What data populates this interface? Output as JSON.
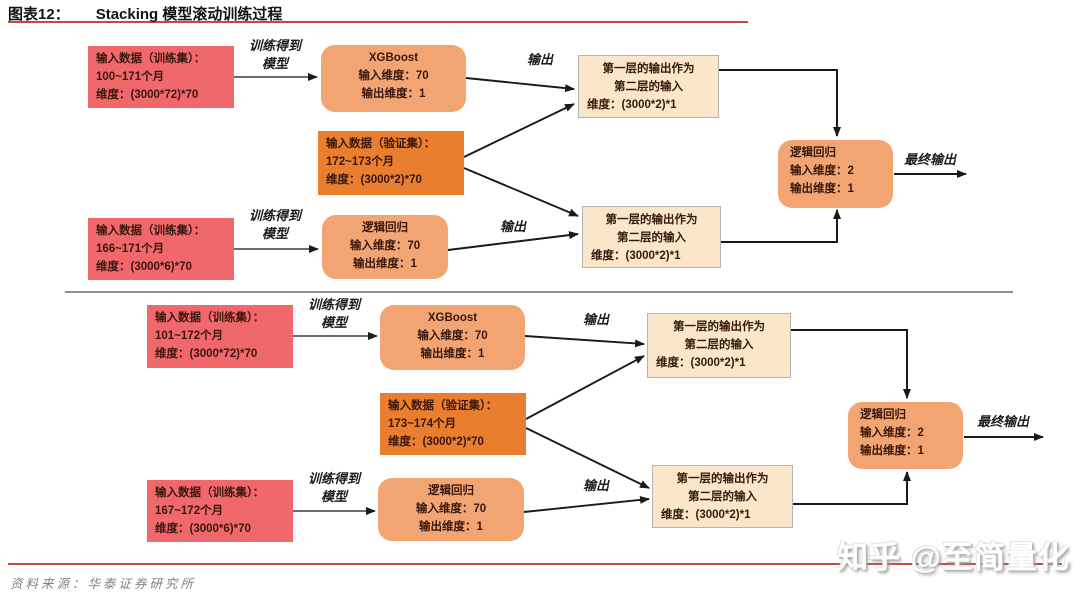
{
  "header": {
    "figure_label": "图表12：",
    "title": "Stacking 模型滚动训练过程"
  },
  "labels": {
    "train_model_l1": "训练得到",
    "train_model_l2": "模型",
    "output": "输出",
    "final_output": "最终输出"
  },
  "diagrams": [
    {
      "train_set_top": {
        "l1": "输入数据（训练集）：",
        "l2": "100~171个月",
        "l3": "维度：(3000*72)*70"
      },
      "model_top": {
        "l1": "XGBoost",
        "l2": "输入维度：70",
        "l3": "输出维度：1"
      },
      "validation_set": {
        "l1": "输入数据（验证集）：",
        "l2": "172~173个月",
        "l3": "维度：(3000*2)*70"
      },
      "train_set_bottom": {
        "l1": "输入数据（训练集）：",
        "l2": "166~171个月",
        "l3": "维度：(3000*6)*70"
      },
      "model_bottom": {
        "l1": "逻辑回归",
        "l2": "输入维度：70",
        "l3": "输出维度：1"
      },
      "layer1_output_top": {
        "l1": "第一层的输出作为",
        "l2": "第二层的输入",
        "l3": "维度：(3000*2)*1"
      },
      "layer1_output_bottom": {
        "l1": "第一层的输出作为",
        "l2": "第二层的输入",
        "l3": "维度：(3000*2)*1"
      },
      "final_model": {
        "l1": "逻辑回归",
        "l2": "输入维度：2",
        "l3": "输出维度：1"
      }
    },
    {
      "train_set_top": {
        "l1": "输入数据（训练集）：",
        "l2": "101~172个月",
        "l3": "维度：(3000*72)*70"
      },
      "model_top": {
        "l1": "XGBoost",
        "l2": "输入维度：70",
        "l3": "输出维度：1"
      },
      "validation_set": {
        "l1": "输入数据（验证集）：",
        "l2": "173~174个月",
        "l3": "维度：(3000*2)*70"
      },
      "train_set_bottom": {
        "l1": "输入数据（训练集）：",
        "l2": "167~172个月",
        "l3": "维度：(3000*6)*70"
      },
      "model_bottom": {
        "l1": "逻辑回归",
        "l2": "输入维度：70",
        "l3": "输出维度：1"
      },
      "layer1_output_top": {
        "l1": "第一层的输出作为",
        "l2": "第二层的输入",
        "l3": "维度：(3000*2)*1"
      },
      "layer1_output_bottom": {
        "l1": "第一层的输出作为",
        "l2": "第二层的输入",
        "l3": "维度：(3000*2)*1"
      },
      "final_model": {
        "l1": "逻辑回归",
        "l2": "输入维度：2",
        "l3": "输出维度：1"
      }
    }
  ],
  "footer": {
    "source": "资料来源：华泰证券研究所"
  },
  "watermark": "知乎 @至简量化",
  "colors": {
    "train_box": "#F1686C",
    "validation_box": "#E97E2E",
    "model_box": "#F2A572",
    "output_box": "#FBE6C9",
    "title_rule": "#BF4C42",
    "bottom_rule": "#BF4C42",
    "separator": "#8F8F8F",
    "arrow": "#1A1A1A"
  }
}
